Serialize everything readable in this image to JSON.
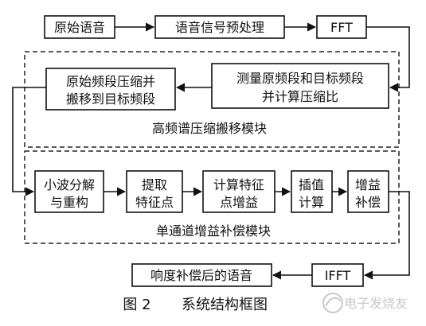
{
  "diagram": {
    "nodes": {
      "original_speech": "原始语音",
      "preprocess": "语音信号预处理",
      "fft": "FFT",
      "measure_line1": "测量原频段和目标频段",
      "measure_line2": "并计算压缩比",
      "compress_line1": "原始频段压缩并",
      "compress_line2": "搬移到目标频段",
      "wavelet_line1": "小波分解",
      "wavelet_line2": "与重构",
      "extract_line1": "提取",
      "extract_line2": "特征点",
      "featuregain_line1": "计算特征",
      "featuregain_line2": "点增益",
      "interp_line1": "插值",
      "interp_line2": "计算",
      "gaincomp_line1": "增益",
      "gaincomp_line2": "补偿",
      "ifft": "IFFT",
      "output_speech": "响度补偿后的语音"
    },
    "modules": {
      "high_freq": "高频谱压缩搬移模块",
      "single_channel": "单通道增益补偿模块"
    },
    "caption": {
      "figure_number": "图 2",
      "title": "系统结构框图"
    },
    "watermark": "电子发烧友"
  }
}
